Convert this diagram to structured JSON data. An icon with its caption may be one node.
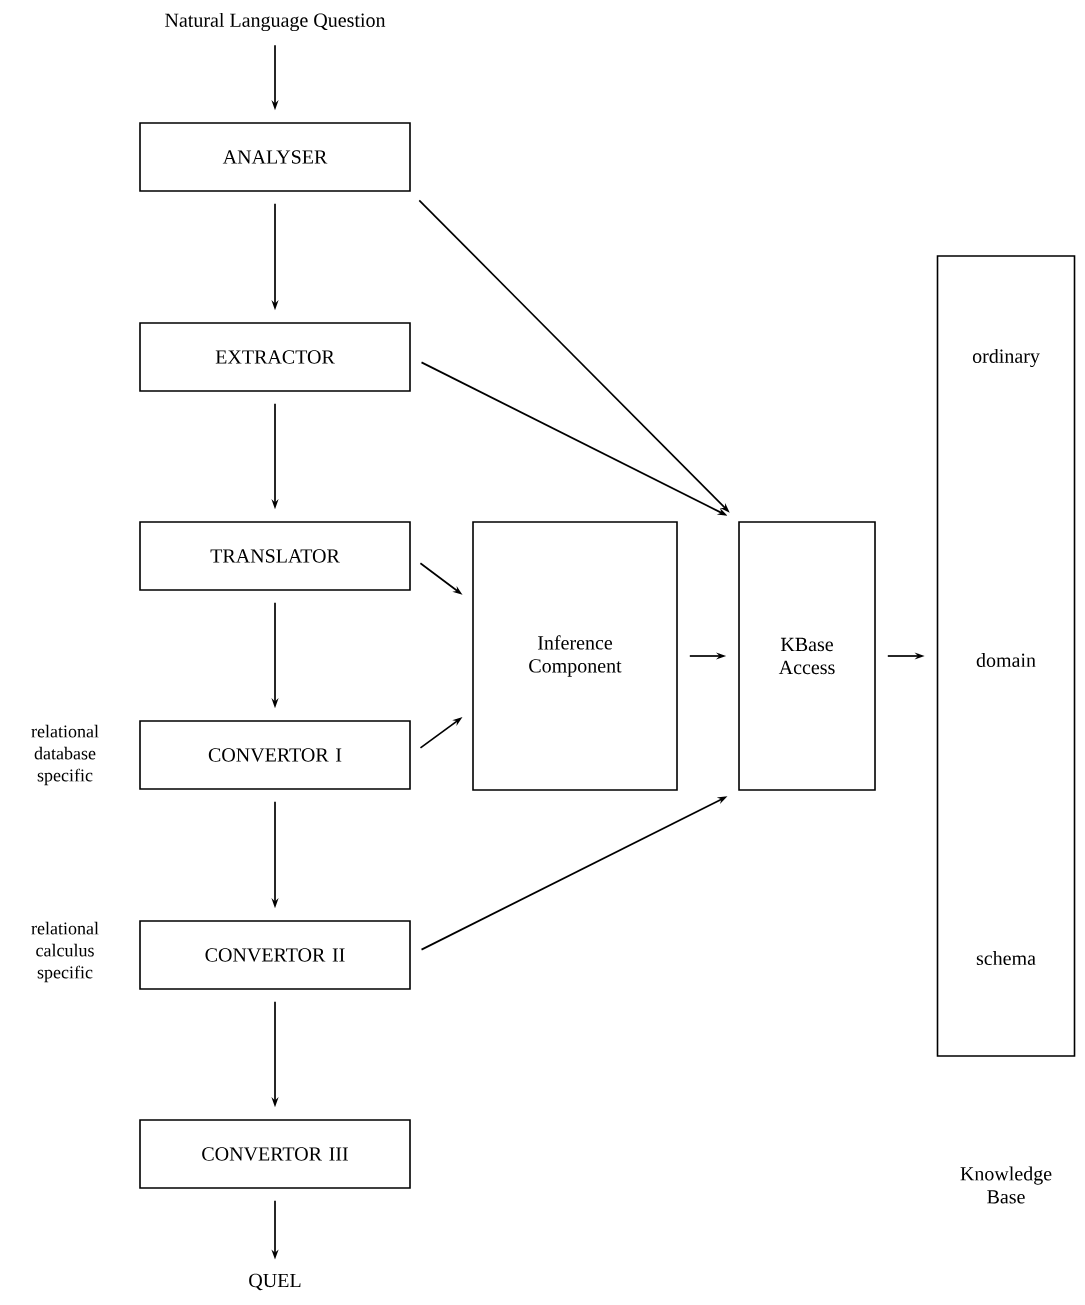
{
  "diagram": {
    "nodes": [
      {
        "text": [
          "Natural Language Question"
        ]
      },
      {
        "text": [
          "ANALYSER"
        ]
      },
      {
        "text": [
          "EXTRACTOR"
        ]
      },
      {
        "text": [
          "TRANSLATOR"
        ]
      },
      {
        "text": [
          "CONVERTOR I"
        ],
        "beside": [
          "relational database specific"
        ]
      },
      {
        "text": [
          "CONVERTOR II"
        ],
        "beside": [
          "relational calculus specific"
        ]
      },
      {
        "text": [
          "CONVERTOR III"
        ]
      },
      {
        "text": [
          "QUEL"
        ]
      },
      {
        "text": [
          "Inference Component"
        ]
      },
      {
        "text": [
          "KBase Access"
        ]
      },
      {
        "text": [
          "ordinary",
          "domain",
          "schema"
        ]
      }
    ],
    "edges": [
      {
        "from": 0,
        "to": 1,
        "arrow": "to"
      },
      {
        "from": 1,
        "to": 2,
        "arrow": "to"
      },
      {
        "from": 2,
        "to": 3,
        "arrow": "to"
      },
      {
        "from": 3,
        "to": 4,
        "arrow": "to"
      },
      {
        "from": 4,
        "to": 5,
        "arrow": "to"
      },
      {
        "from": 5,
        "to": 6,
        "arrow": "to"
      },
      {
        "from": 6,
        "to": 7,
        "arrow": "to"
      },
      {
        "from": 1,
        "to": 9,
        "arrow": "to"
      },
      {
        "from": 2,
        "to": 9,
        "arrow": "to"
      },
      {
        "from": 3,
        "to": 8,
        "arrow": "to"
      },
      {
        "from": 4,
        "to": 8,
        "arrow": "to"
      },
      {
        "from": 5,
        "to": 9,
        "arrow": "to"
      },
      {
        "from": 8,
        "to": 9,
        "arrow": "to"
      },
      {
        "from": 9,
        "to": 10,
        "arrow": "to"
      }
    ],
    "labels": [
      "Knowledge Base"
    ]
  }
}
